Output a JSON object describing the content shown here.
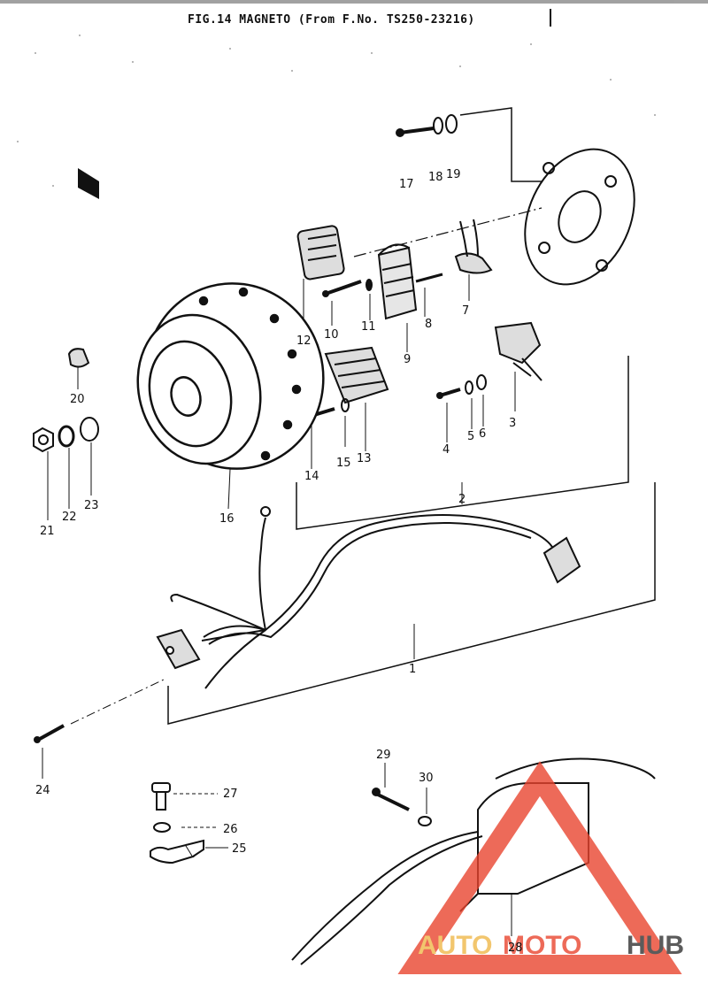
{
  "title": "FIG.14 MAGNETO (From F.No. TS250-23216)",
  "watermark": {
    "auto": "AUTO",
    "moto": "MOTO",
    "hub": "HUB",
    "auto_color": "#f0b84a",
    "moto_color": "#e9452f",
    "hub_color": "#333333",
    "triangle_color": "#e9452f"
  },
  "callouts": [
    {
      "id": "p1",
      "text": "1"
    },
    {
      "id": "p2",
      "text": "2"
    },
    {
      "id": "p3",
      "text": "3"
    },
    {
      "id": "p4",
      "text": "4"
    },
    {
      "id": "p5",
      "text": "5"
    },
    {
      "id": "p6",
      "text": "6"
    },
    {
      "id": "p7",
      "text": "7"
    },
    {
      "id": "p8",
      "text": "8"
    },
    {
      "id": "p9",
      "text": "9"
    },
    {
      "id": "p10",
      "text": "10"
    },
    {
      "id": "p11",
      "text": "11"
    },
    {
      "id": "p12",
      "text": "12"
    },
    {
      "id": "p13",
      "text": "13"
    },
    {
      "id": "p14",
      "text": "14"
    },
    {
      "id": "p15",
      "text": "15"
    },
    {
      "id": "p16",
      "text": "16"
    },
    {
      "id": "p17",
      "text": "17"
    },
    {
      "id": "p18",
      "text": "18"
    },
    {
      "id": "p19",
      "text": "19"
    },
    {
      "id": "p20",
      "text": "20"
    },
    {
      "id": "p21",
      "text": "21"
    },
    {
      "id": "p22",
      "text": "22"
    },
    {
      "id": "p23",
      "text": "23"
    },
    {
      "id": "p24",
      "text": "24"
    },
    {
      "id": "p25",
      "text": "25"
    },
    {
      "id": "p26",
      "text": "26"
    },
    {
      "id": "p27",
      "text": "27"
    },
    {
      "id": "p28",
      "text": "28"
    },
    {
      "id": "p29",
      "text": "29"
    },
    {
      "id": "p30",
      "text": "30"
    }
  ]
}
